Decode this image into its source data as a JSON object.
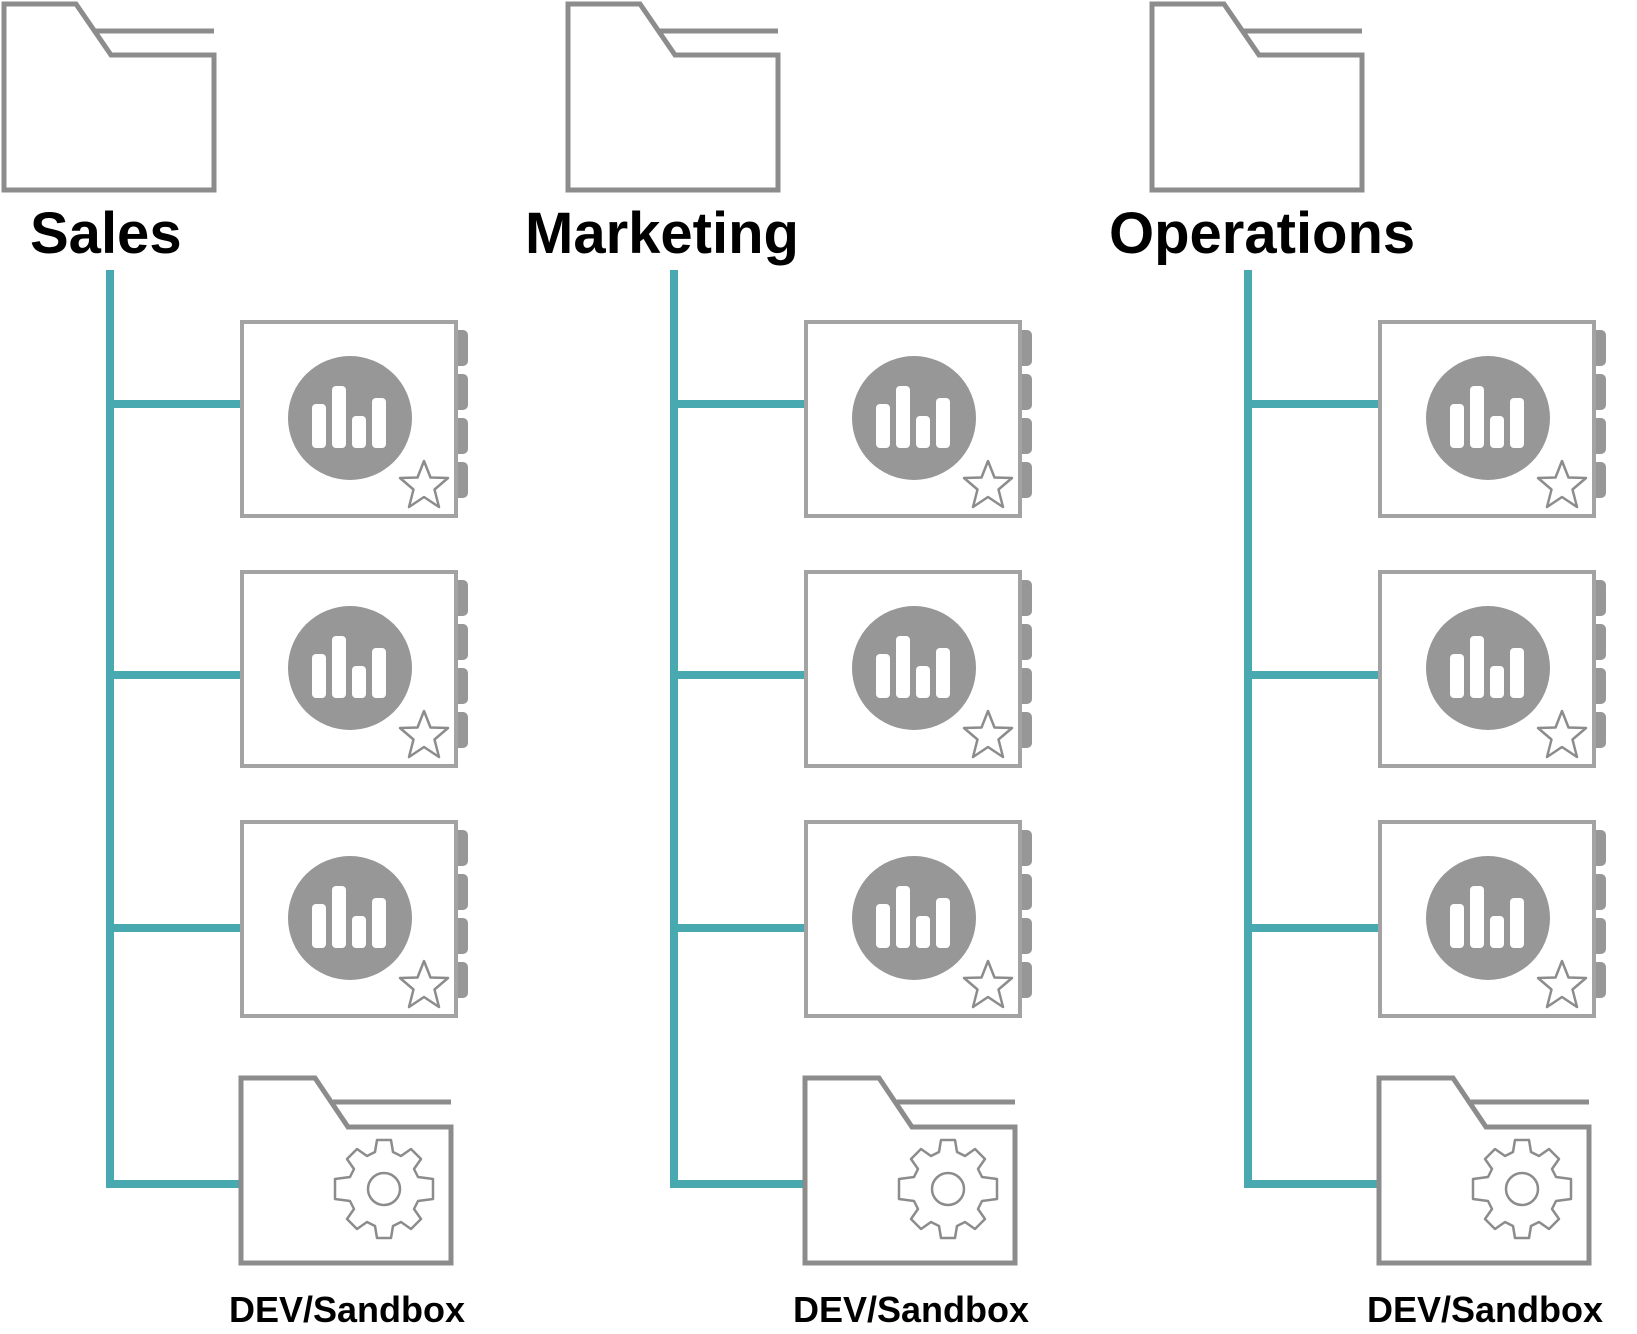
{
  "colors": {
    "connector": "#48A9B1",
    "icon_stroke": "#8C8C8C",
    "icon_fill": "#979797",
    "text": "#000000"
  },
  "departments": [
    {
      "name": "Sales",
      "dashboards": 3,
      "subfolder_label": "DEV/Sandbox"
    },
    {
      "name": "Marketing",
      "dashboards": 3,
      "subfolder_label": "DEV/Sandbox"
    },
    {
      "name": "Operations",
      "dashboards": 3,
      "subfolder_label": "DEV/Sandbox"
    }
  ],
  "icons": {
    "department": "folder-icon",
    "dashboard": "dashboard-icon",
    "favorite": "star-icon",
    "subfolder": "settings-folder-icon",
    "gear": "gear-icon"
  }
}
